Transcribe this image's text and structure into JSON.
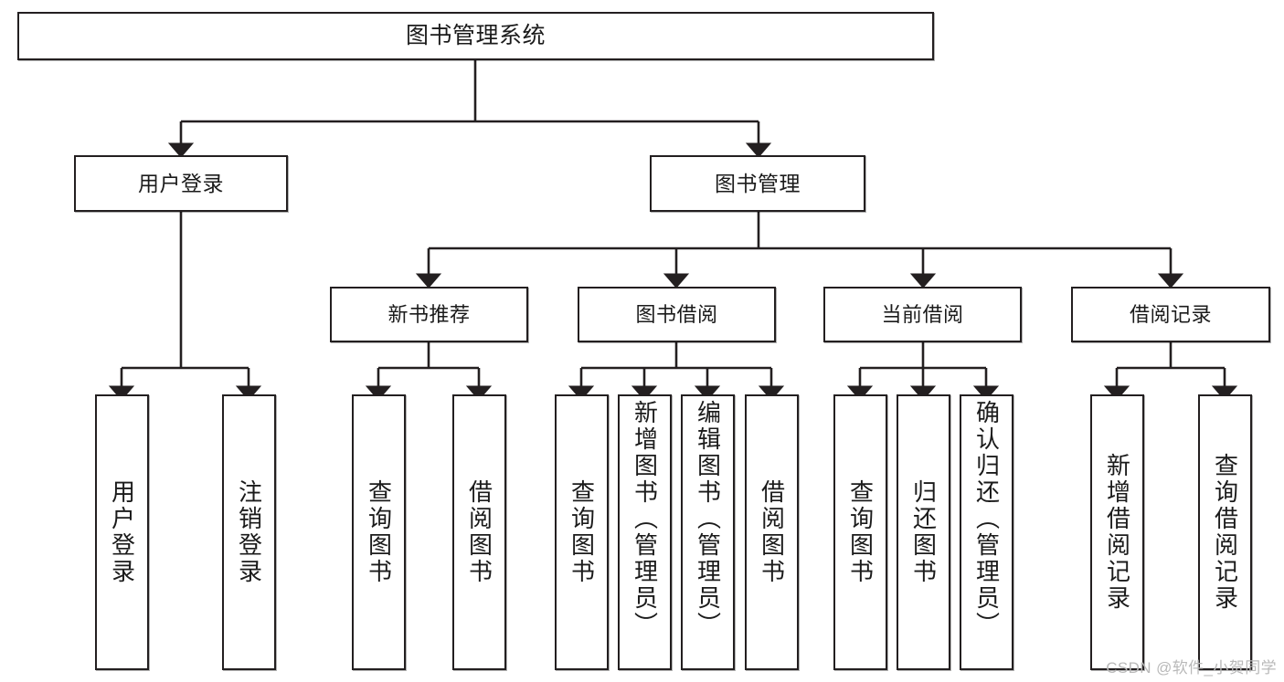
{
  "diagram": {
    "title": "图书管理系统",
    "type": "tree-hierarchy-diagram",
    "colors": {
      "box_border": "#231f20",
      "box_fill": "#ffffff",
      "edge": "#231f20",
      "text": "#1b1b1b",
      "watermark": "#b9b9b9"
    },
    "watermark": "CSDN @软件_小贺同学",
    "nodes": {
      "root": {
        "label": "图书管理系统"
      },
      "level1": [
        {
          "id": "user-login",
          "label": "用户登录"
        },
        {
          "id": "book-manage",
          "label": "图书管理"
        }
      ],
      "level2": [
        {
          "id": "new-book-recommend",
          "label": "新书推荐"
        },
        {
          "id": "book-borrow",
          "label": "图书借阅"
        },
        {
          "id": "current-borrow",
          "label": "当前借阅"
        },
        {
          "id": "borrow-record",
          "label": "借阅记录"
        }
      ],
      "leaves": {
        "user_login": [
          {
            "id": "leaf-user-login",
            "label": "用户登录"
          },
          {
            "id": "leaf-user-logout",
            "label": "注销登录"
          }
        ],
        "new_book_recommend": [
          {
            "id": "leaf-query-book-1",
            "label": "查询图书"
          },
          {
            "id": "leaf-borrow-book-1",
            "label": "借阅图书"
          }
        ],
        "book_borrow": [
          {
            "id": "leaf-query-book-2",
            "label": "查询图书"
          },
          {
            "id": "leaf-add-book",
            "label": "新增图书（管理员）"
          },
          {
            "id": "leaf-edit-book",
            "label": "编辑图书（管理员）"
          },
          {
            "id": "leaf-borrow-book-2",
            "label": "借阅图书"
          }
        ],
        "current_borrow": [
          {
            "id": "leaf-query-book-3",
            "label": "查询图书"
          },
          {
            "id": "leaf-return-book",
            "label": "归还图书"
          },
          {
            "id": "leaf-confirm-return",
            "label": "确认归还（管理员）"
          }
        ],
        "borrow_record": [
          {
            "id": "leaf-add-record",
            "label": "新增借阅记录"
          },
          {
            "id": "leaf-query-record",
            "label": "查询借阅记录"
          }
        ]
      }
    }
  }
}
